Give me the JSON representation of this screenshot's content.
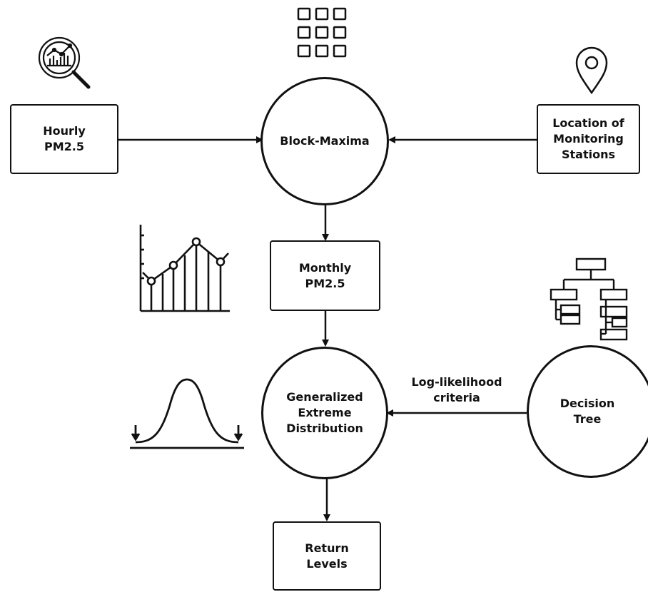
{
  "diagram": {
    "nodes": {
      "hourly": "Hourly\nPM2.5",
      "block_maxima": "Block-Maxima",
      "location": "Location of\nMonitoring\nStations",
      "monthly": "Monthly\nPM2.5",
      "gev": "Generalized\nExtreme\nDistribution",
      "decision_tree": "Decision\nTree",
      "return_levels": "Return\nLevels"
    },
    "edge_labels": {
      "loglik": "Log-likelihood\ncriteria"
    },
    "icons": [
      "analytics-magnifier-icon",
      "grid-icon",
      "location-pin-icon",
      "line-chart-icon",
      "decision-tree-icon",
      "bell-curve-icon"
    ]
  }
}
